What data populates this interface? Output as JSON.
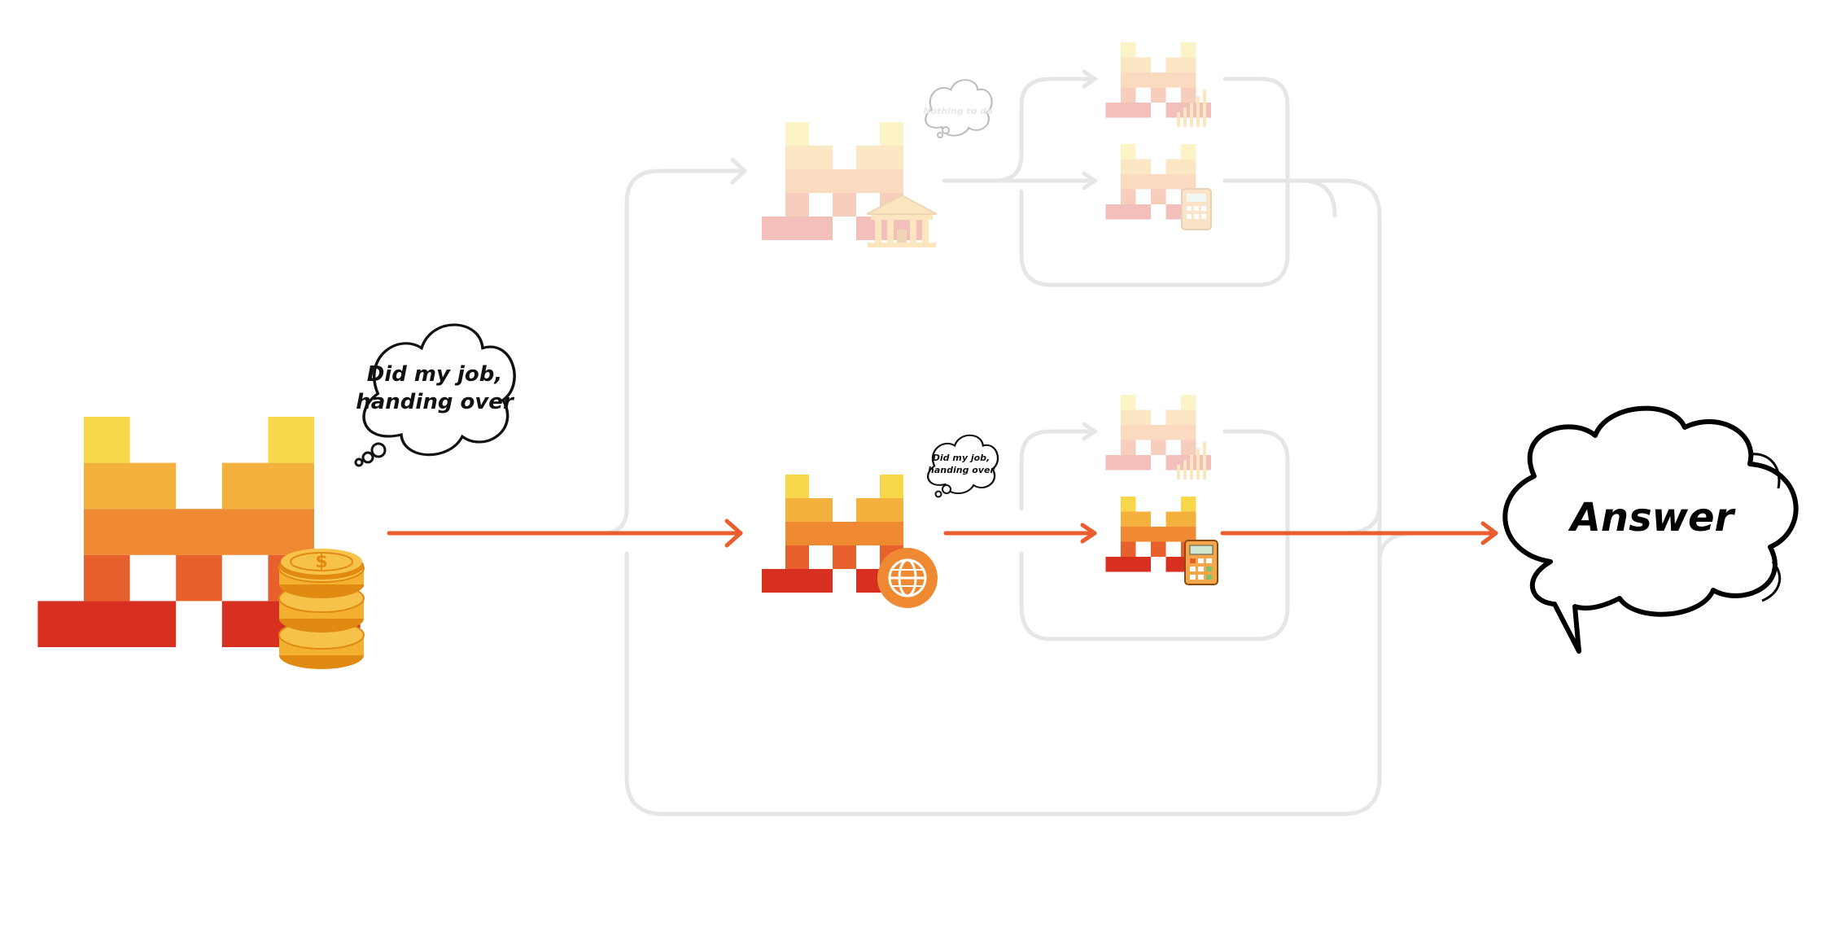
{
  "colors": {
    "logo_rows": [
      "#f8d84a",
      "#f4b13e",
      "#f08a32",
      "#e8612c",
      "#d72f20"
    ],
    "active_arrow": "#e95d2e",
    "inactive_line": "#e6e6e6",
    "coin": "#f4b02f",
    "coin_dark": "#e08a12",
    "globe": "#f08a32",
    "calculator": "#f4a64a"
  },
  "main_agent": {
    "thought": [
      "Did my job,",
      "handing over"
    ],
    "icon": "coins-icon"
  },
  "web_agent": {
    "thought": [
      "Did my job,",
      "handing over"
    ],
    "icon": "globe-icon"
  },
  "bank_agent": {
    "thought": "Nothing to do",
    "icon": "bank-icon"
  },
  "sub_agents": [
    {
      "icon": "bar-chart-icon"
    },
    {
      "icon": "calculator-icon"
    },
    {
      "icon": "bar-chart-icon"
    },
    {
      "icon": "calculator-icon"
    }
  ],
  "output": {
    "label": "Answer"
  }
}
